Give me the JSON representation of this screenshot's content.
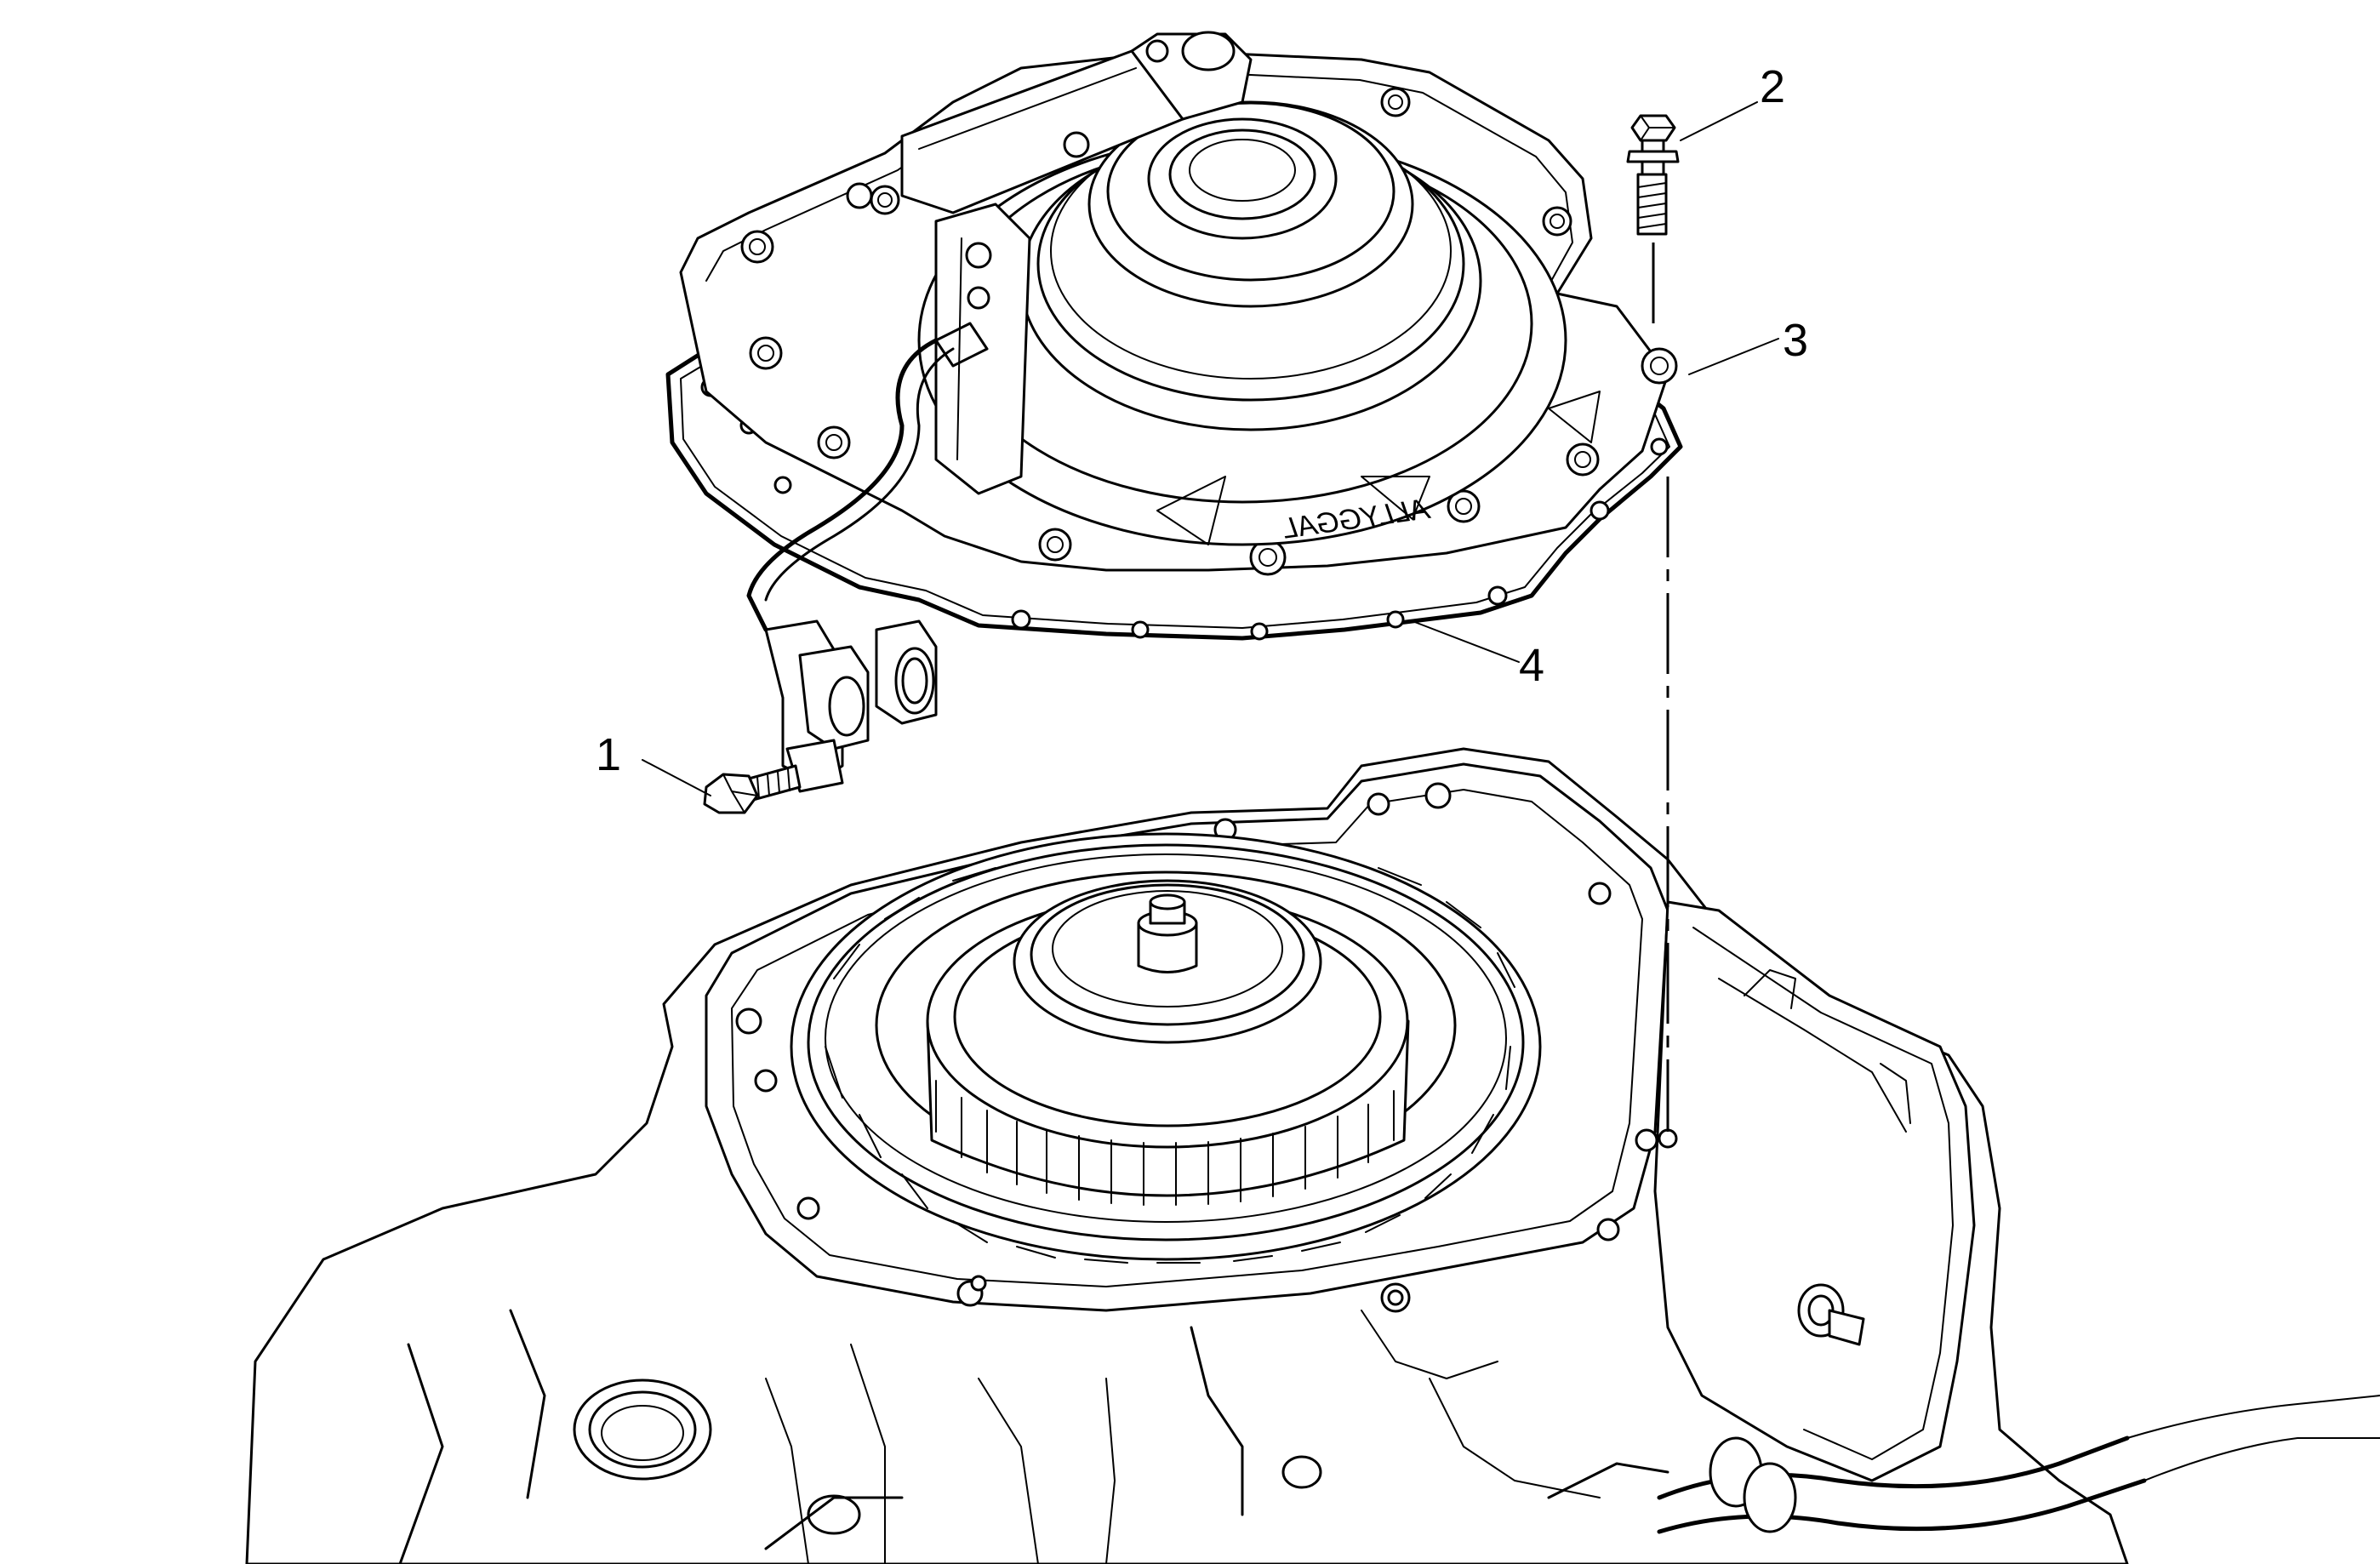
{
  "callouts": [
    {
      "id": "1",
      "label": "1"
    },
    {
      "id": "2",
      "label": "2"
    },
    {
      "id": "3",
      "label": "3"
    },
    {
      "id": "4",
      "label": "4"
    }
  ],
  "cover_casting_text": "ALLYGGAL"
}
